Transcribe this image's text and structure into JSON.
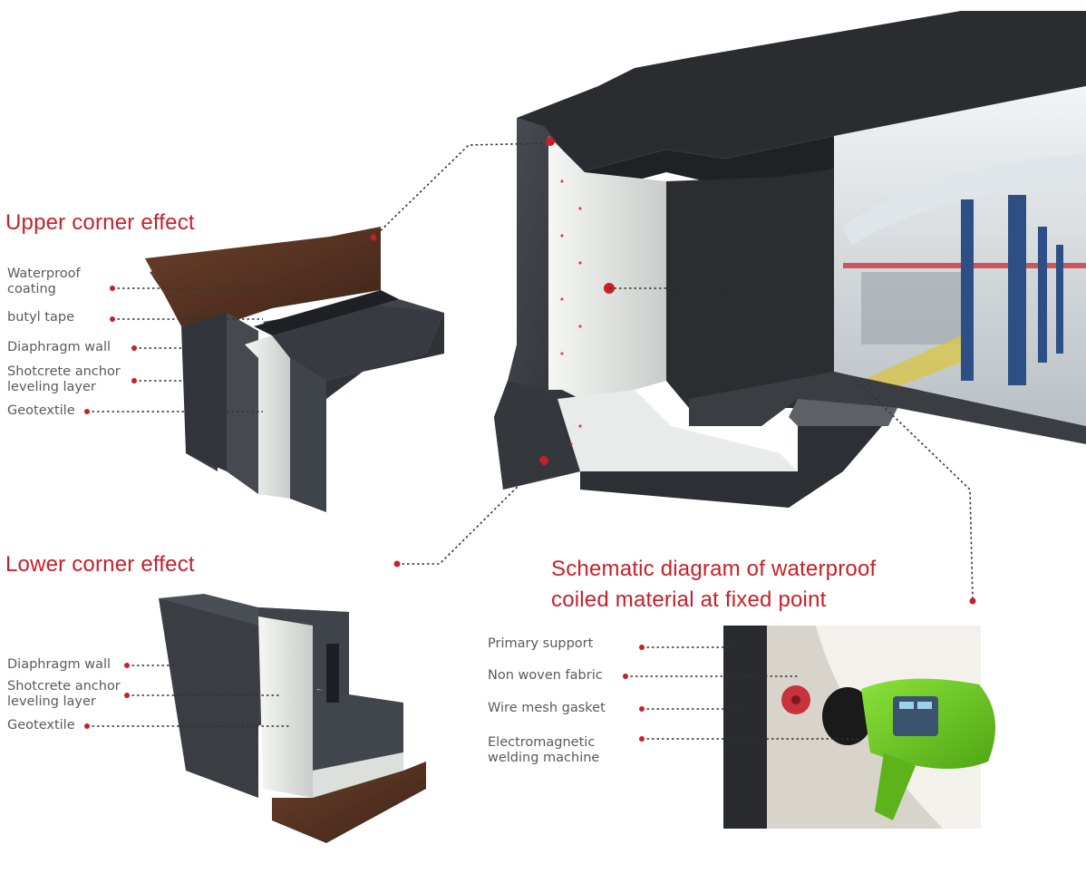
{
  "colors": {
    "accent": "#c8202a",
    "label_text": "#5a5a5a",
    "dotted_line": "#333333",
    "wall": "#3a3d42",
    "membrane": "#e9ecea",
    "soil": "#5a3322",
    "tool_body": "#6fcf1f"
  },
  "headings": {
    "upper": "Upper corner effect",
    "lower": "Lower corner effect",
    "schematic_line1": "Schematic diagram of waterproof",
    "schematic_line2": "coiled material at fixed point"
  },
  "upper_labels": [
    "Waterproof\ncoating",
    "butyl tape",
    "Diaphragm wall",
    "Shotcrete anchor\nleveling layer",
    "Geotextile"
  ],
  "lower_labels": [
    "Diaphragm wall",
    "Shotcrete anchor\nleveling layer",
    "Geotextile"
  ],
  "fixed_point_labels": [
    "Primary support",
    "Non woven fabric",
    "Wire mesh gasket",
    "Electromagnetic\nwelding machine"
  ]
}
